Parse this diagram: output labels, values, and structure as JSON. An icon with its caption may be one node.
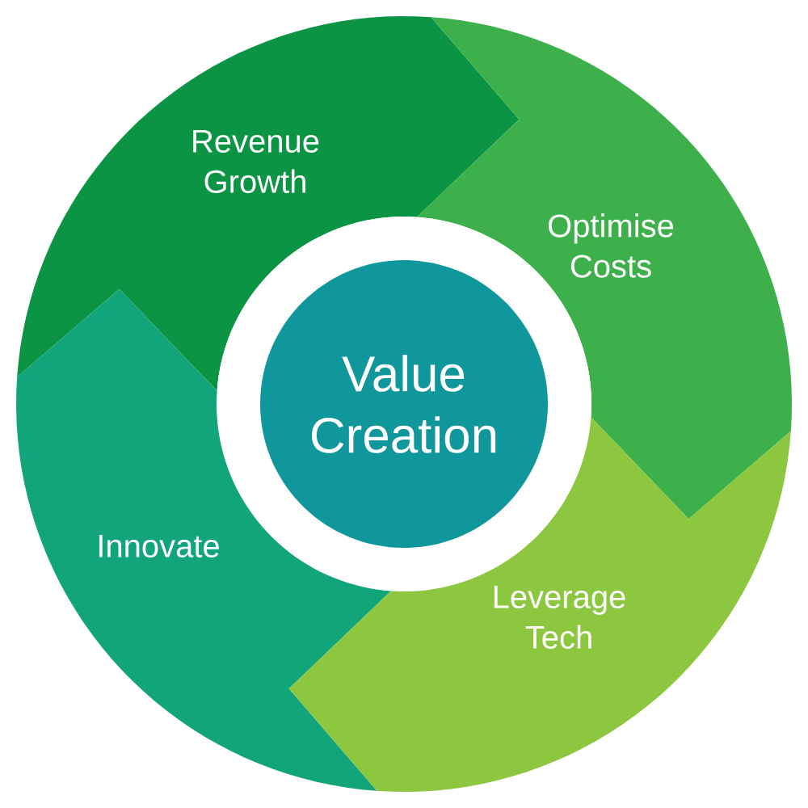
{
  "diagram": {
    "nodes": [
      {
        "text": [
          "Revenue Growth"
        ]
      },
      {
        "text": [
          "Optimise Costs"
        ]
      },
      {
        "text": [
          "Value Creation"
        ]
      },
      {
        "text": [
          "Innovate"
        ]
      },
      {
        "text": [
          "Leverage Tech"
        ]
      }
    ]
  }
}
